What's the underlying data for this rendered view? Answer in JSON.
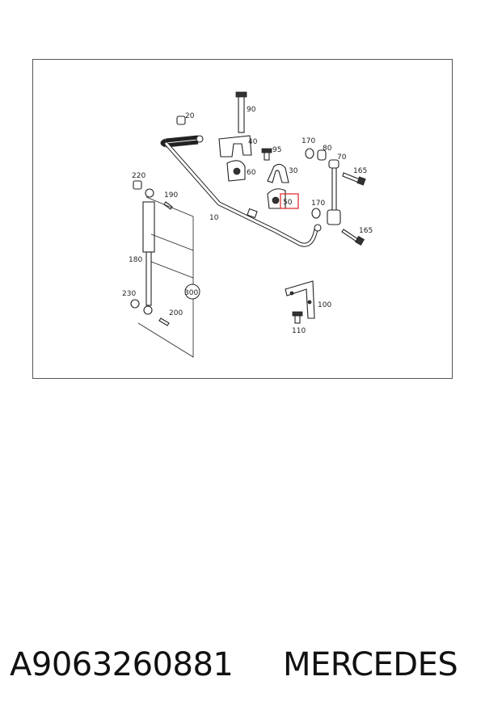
{
  "diagram": {
    "callouts": {
      "c10": "10",
      "c20": "20",
      "c30": "30",
      "c40": "40",
      "c50": "50",
      "c60": "60",
      "c70": "70",
      "c80": "80",
      "c90": "90",
      "c95": "95",
      "c100": "100",
      "c110": "110",
      "c165a": "165",
      "c165b": "165",
      "c170a": "170",
      "c170b": "170",
      "c180": "180",
      "c190": "190",
      "c200": "200",
      "c220": "220",
      "c230": "230",
      "c300": "300"
    },
    "highlighted_callout": "50",
    "highlight_color": "#d22222"
  },
  "footer": {
    "part_number": "A9063260881",
    "brand": "MERCEDES"
  }
}
